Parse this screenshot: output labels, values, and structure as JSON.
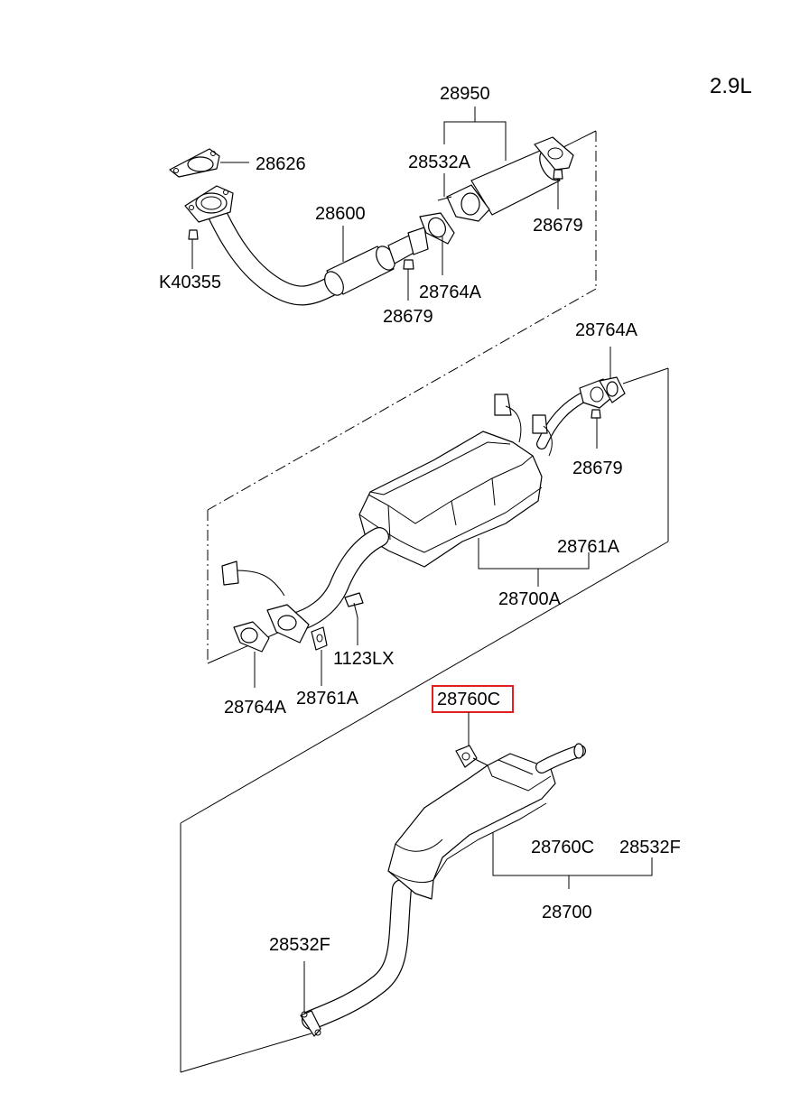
{
  "engine": "2.9L",
  "labels": {
    "p28950": "28950",
    "p28626": "28626",
    "p28532A": "28532A",
    "p28600": "28600",
    "p28679_top_right": "28679",
    "pK40355": "K40355",
    "p28764A_top": "28764A",
    "p28679_top_left": "28679",
    "p28764A_mid_right": "28764A",
    "p28679_mid": "28679",
    "p28761A_mid_right": "28761A",
    "p28700A": "28700A",
    "p1123LX": "1123LX",
    "p28764A_mid_left": "28764A",
    "p28761A_mid_left": "28761A",
    "p28760C_highlighted": "28760C",
    "p28760C": "28760C",
    "p28532F_right": "28532F",
    "p28700": "28700",
    "p28532F_left": "28532F"
  },
  "highlight_color": "#e02020"
}
